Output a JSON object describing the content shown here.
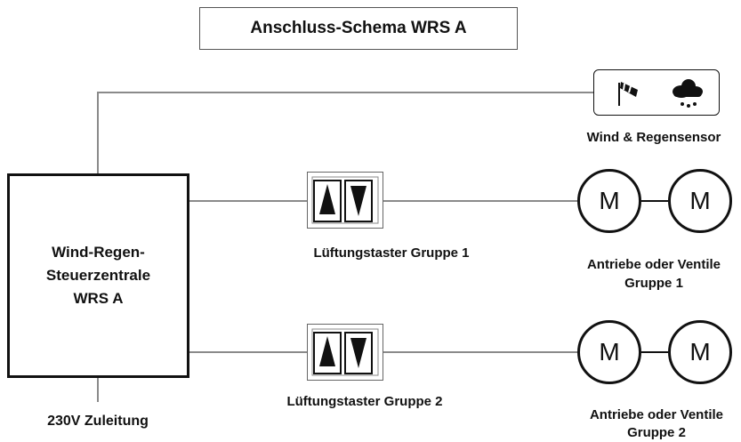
{
  "title": "Anschluss-Schema WRS A",
  "controller": {
    "line1": "Wind-Regen-",
    "line2": "Steuerzentrale",
    "line3": "WRS A"
  },
  "supply_label": "230V Zuleitung",
  "sensor": {
    "label": "Wind & Regensensor",
    "icons": [
      "windsock-icon",
      "rain-cloud-icon"
    ]
  },
  "group1": {
    "switch_label": "Lüftungstaster Gruppe 1",
    "actuator_label_line1": "Antriebe oder Ventile",
    "actuator_label_line2": "Gruppe 1",
    "motors": [
      "M",
      "M"
    ]
  },
  "group2": {
    "switch_label": "Lüftungstaster Gruppe 2",
    "actuator_label_line1": "Antriebe oder Ventile",
    "actuator_label_line2": "Gruppe 2",
    "motors": [
      "M",
      "M"
    ]
  },
  "colors": {
    "wire": "#8a8a8a",
    "border": "#111111"
  }
}
